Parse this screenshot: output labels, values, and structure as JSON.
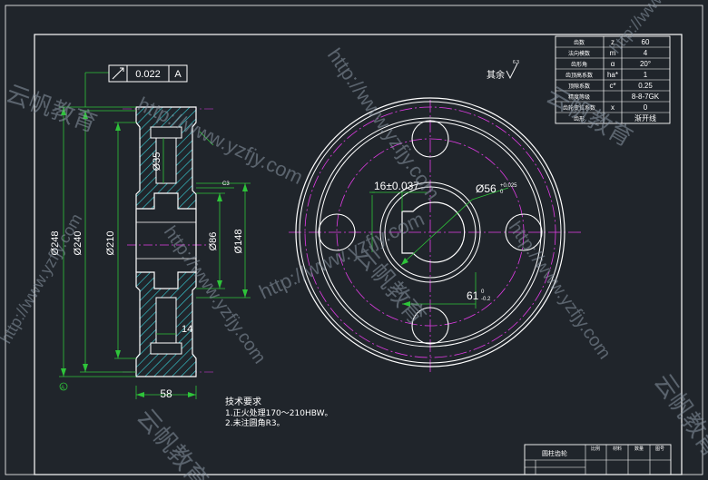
{
  "params_table": {
    "rows": [
      {
        "label": "齿数",
        "symbol": "z",
        "value": "60"
      },
      {
        "label": "法向模数",
        "symbol": "m",
        "value": "4"
      },
      {
        "label": "齿形角",
        "symbol": "α",
        "value": "20°"
      },
      {
        "label": "齿顶高系数",
        "symbol": "ha*",
        "value": "1"
      },
      {
        "label": "顶隙系数",
        "symbol": "c*",
        "value": "0.25"
      },
      {
        "label": "精度等级",
        "symbol": "",
        "value": "8-8-7GK"
      },
      {
        "label": "齿轮变位系数",
        "symbol": "x",
        "value": "0"
      },
      {
        "label": "齿形",
        "symbol": "",
        "value": "渐开线"
      }
    ]
  },
  "tolerance_frame": {
    "value": "0.022",
    "datum": "A"
  },
  "surface_note": {
    "text": "其余",
    "roughness": "6.3"
  },
  "section_dims": {
    "d248": "Ø248",
    "d240": "Ø240",
    "d210": "Ø210",
    "d35": "Ø35",
    "d86": "Ø86",
    "d148": "Ø148",
    "w14": "14",
    "w58": "58",
    "chamfer": "C3",
    "datum_a": "A"
  },
  "front_dims": {
    "keyway": "16±0.037",
    "bore": "Ø56",
    "bore_tol_upper": "+0.025",
    "bore_tol_lower": "0",
    "hub": "61",
    "hub_tol_upper": "0",
    "hub_tol_lower": "-0.2"
  },
  "tech_requirements": {
    "title": "技术要求",
    "line1": "1.正火处理170～210HBW。",
    "line2": "2.未注圆角R3。"
  },
  "title_block": {
    "name": "圆柱齿轮",
    "col1": "比例",
    "col2": "材料",
    "col3": "数量",
    "col4": "图号"
  },
  "colors": {
    "background": "#20252b",
    "line": "#ffffff",
    "dimension": "#2ec43a",
    "centerline": "#e23ce6",
    "hatch": "#38c8d0",
    "watermark": "#8c99a6"
  },
  "watermarks": {
    "url": "http://www.yzfjy.com",
    "brand": "云帆教育"
  }
}
